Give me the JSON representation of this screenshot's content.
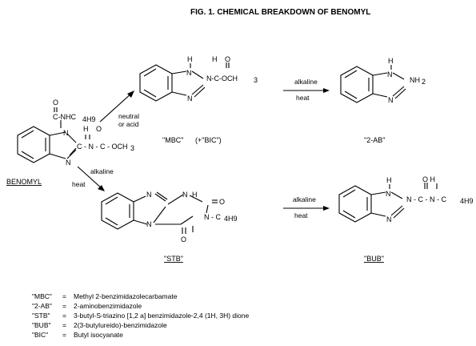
{
  "title": "FIG. 1.   CHEMICAL BREAKDOWN OF BENOMYL",
  "compounds": {
    "benomyl": "BENOMYL",
    "mbc": "\"MBC\"",
    "mbc_extra": "(+\"BIC\")",
    "ab": "\"2-AB\"",
    "stb": "\"STB\"",
    "bub": "\"BUB\""
  },
  "conditions": {
    "neutral_1": "neutral",
    "neutral_2": "or acid",
    "alkaline_heat_1a": "alkaline",
    "alkaline_heat_1b": "heat",
    "alkaline_heat_2a": "alkaline",
    "alkaline_heat_2b": "heat",
    "alkaline_heat_3a": "alkaline",
    "alkaline_heat_3b": "heat"
  },
  "atoms": {
    "benomyl_top_o": "O",
    "benomyl_c_nhc4h9": "C-NHC",
    "benomyl_h9": "4H9",
    "benomyl_n1": "N",
    "benomyl_n3": "N",
    "benomyl_chain": "C - N - C - OCH",
    "benomyl_ch3_sub": "3",
    "benomyl_h": "H",
    "benomyl_o2": "O",
    "mbc_h": "H",
    "mbc_n1": "N",
    "mbc_n3": "N",
    "mbc_h2": "H",
    "mbc_o": "O",
    "mbc_chain": "N-C-OCH",
    "mbc_ch3_sub": "3",
    "ab_h": "H",
    "ab_n1": "N",
    "ab_n3": "N",
    "ab_nh2": "NH",
    "ab_nh2_sub": "2",
    "stb_n_top": "N",
    "stb_n_mid": "N",
    "stb_n_r": "N",
    "stb_h": "H",
    "stb_o1": "O",
    "stb_o2": "O",
    "stb_nc4": "N - C",
    "stb_nc4_sub": "4H9",
    "bub_h": "H",
    "bub_n1": "N",
    "bub_n3": "N",
    "bub_ohh": "O H",
    "bub_chain": "N - C - N - C",
    "bub_sub": "4H9"
  },
  "legend": [
    {
      "abbr": "\"MBC\"",
      "eq": "=",
      "desc": "Methyl 2-benzimidazolecarbamate"
    },
    {
      "abbr": "\"2-AB\"",
      "eq": "=",
      "desc": "2-aminobenzimidazole"
    },
    {
      "abbr": "\"STB\"",
      "eq": "=",
      "desc": "3-butyl-S-triazino [1,2 a] benzimidazole-2,4  (1H, 3H) dione"
    },
    {
      "abbr": "\"BUB\"",
      "eq": "=",
      "desc": "2(3-butylureido)-benzimidazole"
    },
    {
      "abbr": "\"BIC\"",
      "eq": "=",
      "desc": "Butyl isocyanate"
    }
  ]
}
